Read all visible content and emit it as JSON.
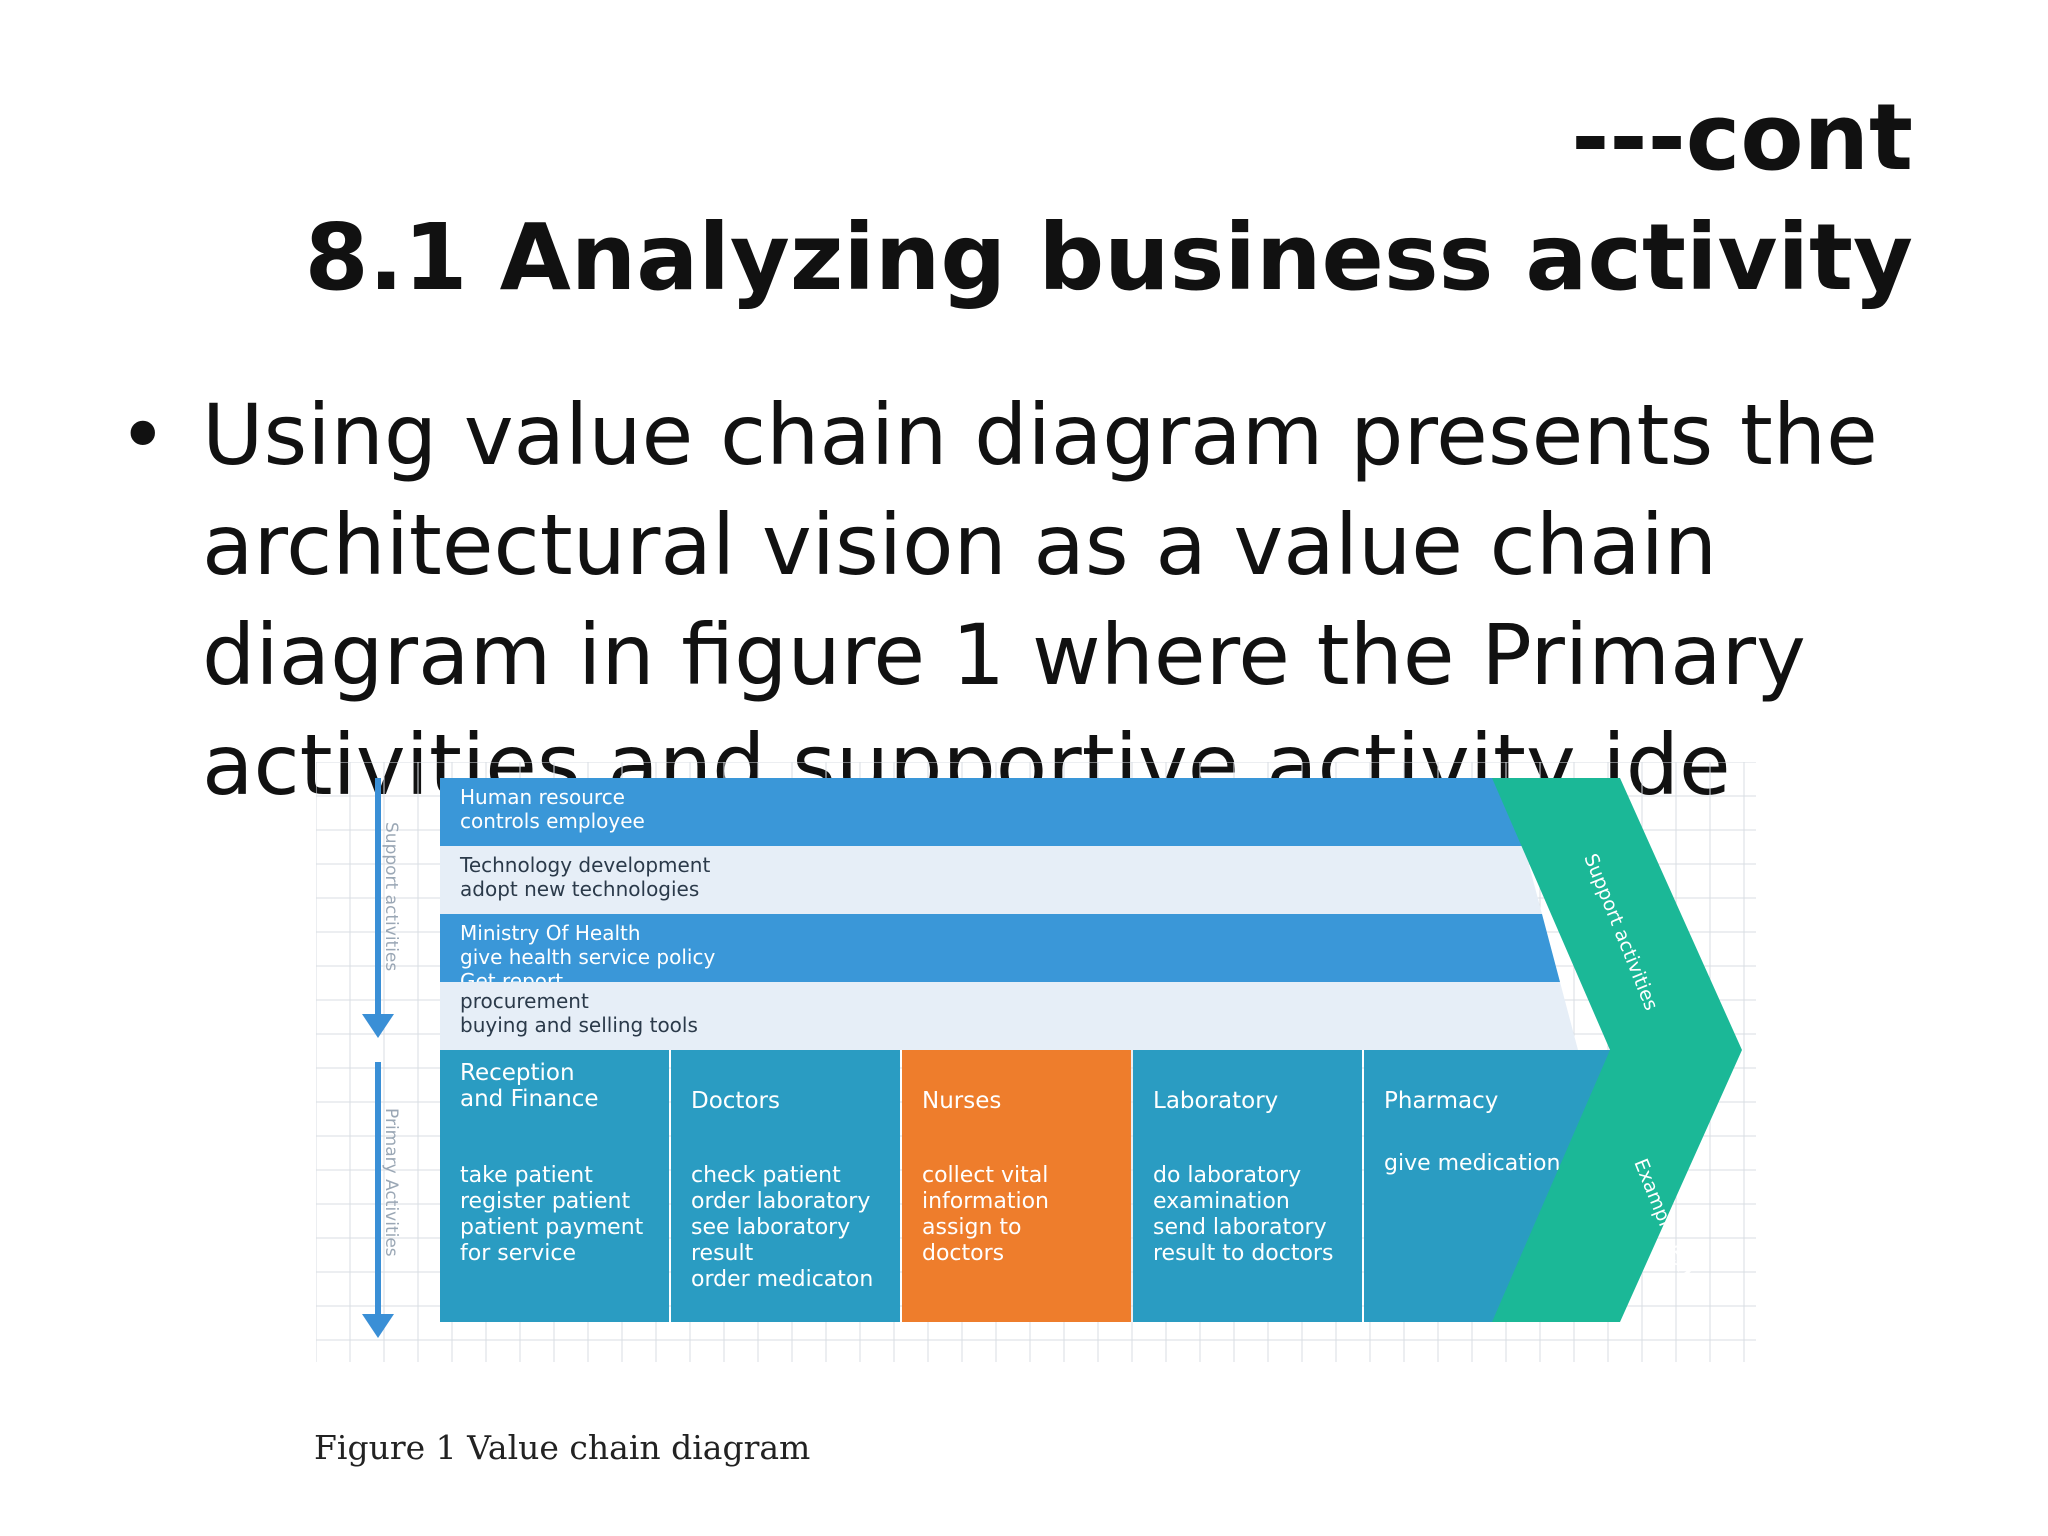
{
  "title": {
    "line1": "---cont",
    "line2": "8.1 Analyzing business activity"
  },
  "bullet": {
    "marker": "•",
    "text": "Using value chain diagram presents the architectural vision as a value chain diagram  in figure 1 where the Primary activities and supportive activity ide"
  },
  "figure": {
    "caption": "Figure 1 Value chain diagram",
    "support_label": "Support activities",
    "primary_label": "Primary Activities",
    "chevron_top_label": "Support activities",
    "chevron_bottom_label": "Example Text",
    "support_rows": [
      {
        "lines": [
          "Human resource",
          "controls employee"
        ],
        "style": "blue"
      },
      {
        "lines": [
          "Technology development",
          "adopt new technologies"
        ],
        "style": "light"
      },
      {
        "lines": [
          "Ministry Of Health",
          "give health service policy",
          "Get report"
        ],
        "style": "blue"
      },
      {
        "lines": [
          "procurement",
          "buying and selling tools"
        ],
        "style": "light"
      }
    ],
    "primary_cols": [
      {
        "heading": [
          "Reception",
          "and Finance"
        ],
        "body": [
          "take patient",
          "register patient",
          "patient payment",
          "for service"
        ],
        "style": "teal"
      },
      {
        "heading": [
          "Doctors"
        ],
        "body": [
          "check patient",
          "order laboratory",
          "see laboratory",
          "result",
          "order medicaton"
        ],
        "style": "teal"
      },
      {
        "heading": [
          "Nurses"
        ],
        "body": [
          "collect vital",
          "information",
          "assign to",
          "doctors"
        ],
        "style": "orange"
      },
      {
        "heading": [
          "Laboratory"
        ],
        "body": [
          "do laboratory",
          "examination",
          "send laboratory",
          "result to doctors"
        ],
        "style": "teal"
      },
      {
        "heading": [
          "Pharmacy"
        ],
        "body": [
          "give medication"
        ],
        "style": "teal"
      }
    ],
    "colors": {
      "blue": "#3a97d8",
      "light": "#e6eef7",
      "teal": "#2a9cc2",
      "orange": "#ee7d2c",
      "chevron": "#1bb897",
      "arrow": "#3a8fd6",
      "grid": "#d9dde3"
    }
  }
}
